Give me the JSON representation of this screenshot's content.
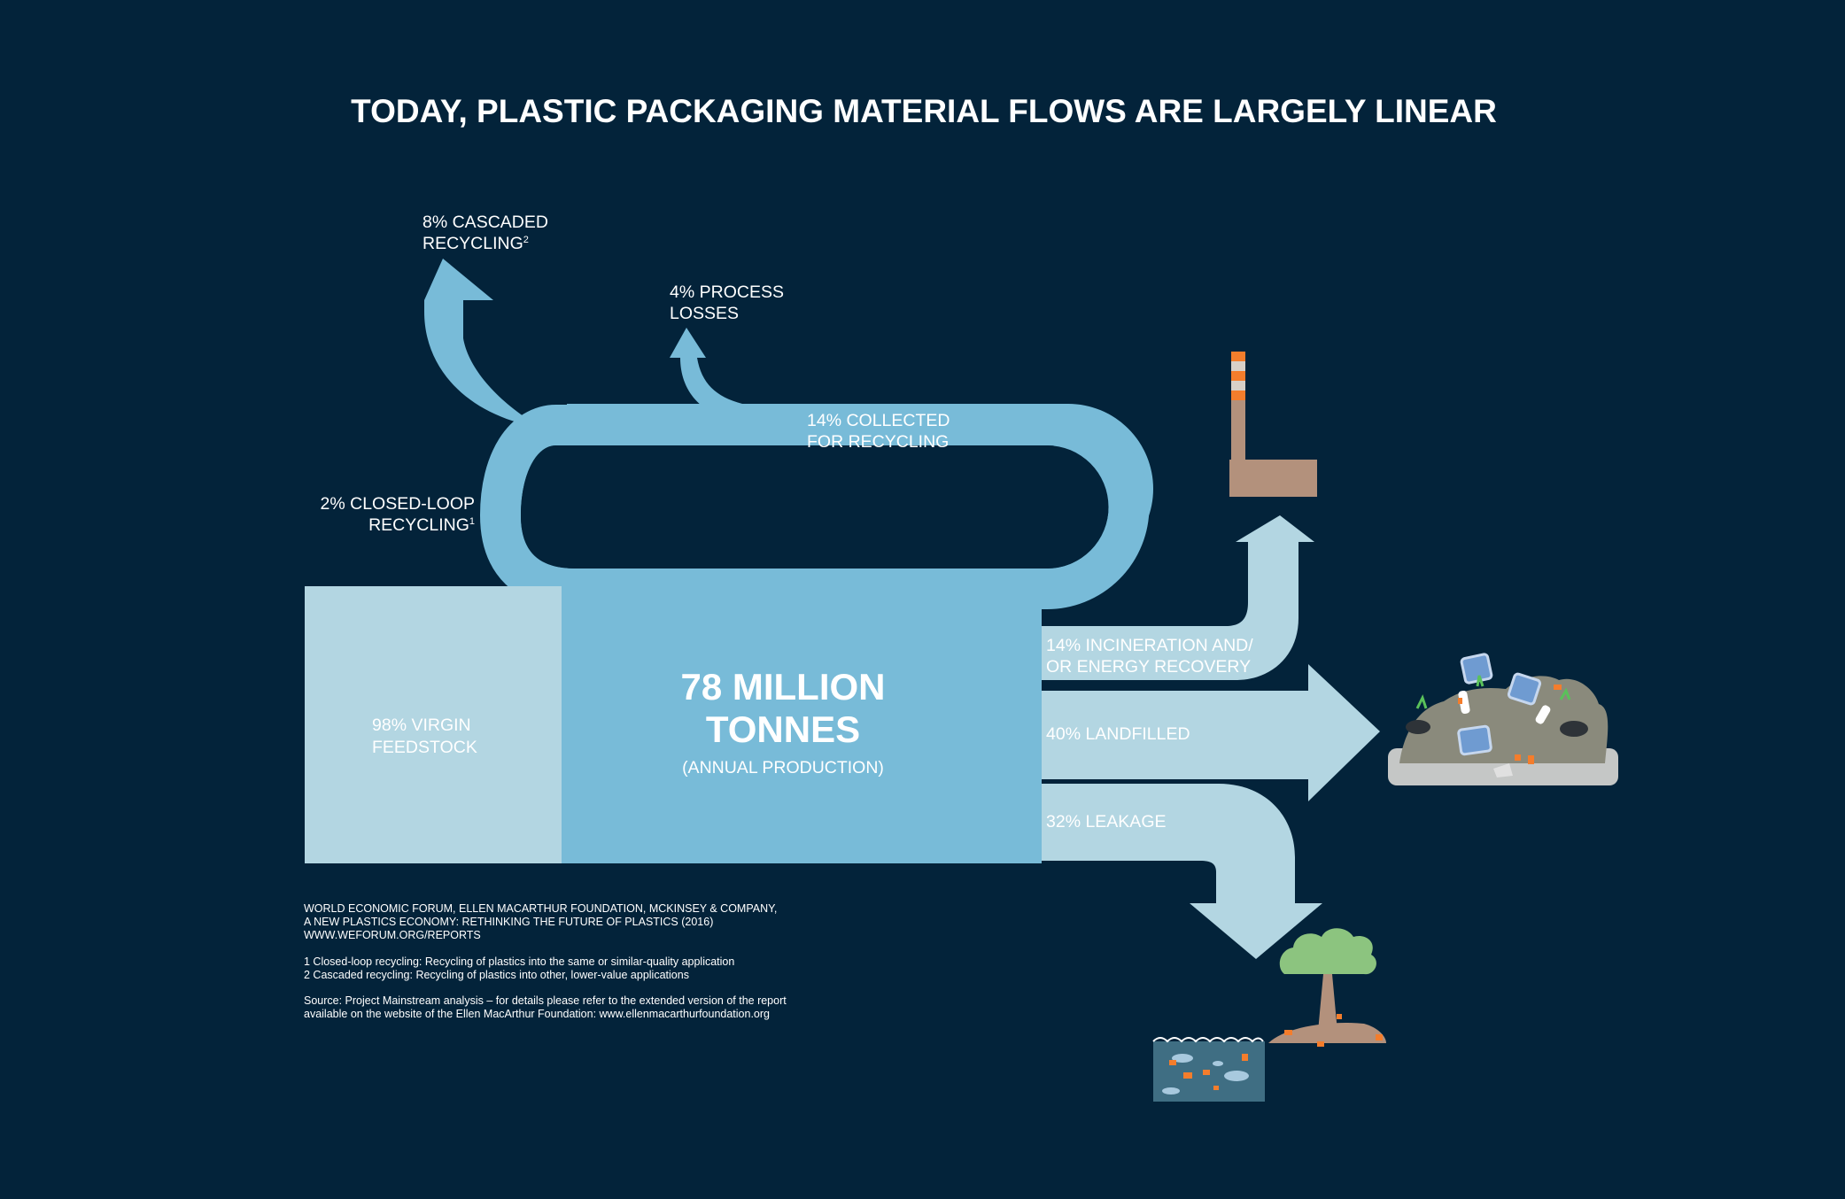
{
  "title": "TODAY, PLASTIC PACKAGING MATERIAL FLOWS ARE LARGELY LINEAR",
  "center": {
    "value": [
      "78 MILLION",
      "TONNES"
    ],
    "caption": "(ANNUAL PRODUCTION)"
  },
  "flows": {
    "virgin_feedstock": {
      "percent": 98,
      "label": [
        "98% VIRGIN",
        "FEEDSTOCK"
      ]
    },
    "collected_for_recycling": {
      "percent": 14,
      "label": [
        "14% COLLECTED",
        "FOR RECYCLING"
      ]
    },
    "cascaded_recycling": {
      "percent": 8,
      "label": [
        "8% CASCADED",
        "RECYCLING"
      ],
      "footnote_mark": "2"
    },
    "process_losses": {
      "percent": 4,
      "label": [
        "4% PROCESS",
        "LOSSES"
      ]
    },
    "closed_loop_recycling": {
      "percent": 2,
      "label": [
        "2% CLOSED-LOOP",
        "RECYCLING"
      ],
      "footnote_mark": "1"
    },
    "incineration": {
      "percent": 14,
      "label": [
        "14% INCINERATION AND/",
        "OR ENERGY RECOVERY"
      ]
    },
    "landfilled": {
      "percent": 40,
      "label": "40% LANDFILLED"
    },
    "leakage": {
      "percent": 32,
      "label": "32% LEAKAGE"
    }
  },
  "icons": {
    "factory": "factory-chimney-icon",
    "landfill": "landfill-pile-icon",
    "ocean": "ocean-with-fish-icon",
    "island": "island-tree-icon"
  },
  "colors": {
    "background": "#03233a",
    "main_flow": "#78bbd8",
    "outflow": "#b3d6e2",
    "accent_orange": "#f47d2c"
  },
  "notes": {
    "source_lines": [
      "WORLD ECONOMIC FORUM, ELLEN MACARTHUR FOUNDATION, MCKINSEY & COMPANY,",
      "A NEW PLASTICS ECONOMY: RETHINKING THE FUTURE OF PLASTICS (2016)",
      "WWW.WEFORUM.ORG/REPORTS"
    ],
    "footnotes": [
      "1 Closed-loop recycling: Recycling of plastics into the same or similar-quality application",
      "2 Cascaded recycling: Recycling of plastics into other, lower-value applications"
    ],
    "analysis": [
      "Source: Project Mainstream analysis – for details please refer to the extended version of the report",
      "available on the website of the Ellen MacArthur Foundation: www.ellenmacarthurfoundation.org"
    ]
  }
}
